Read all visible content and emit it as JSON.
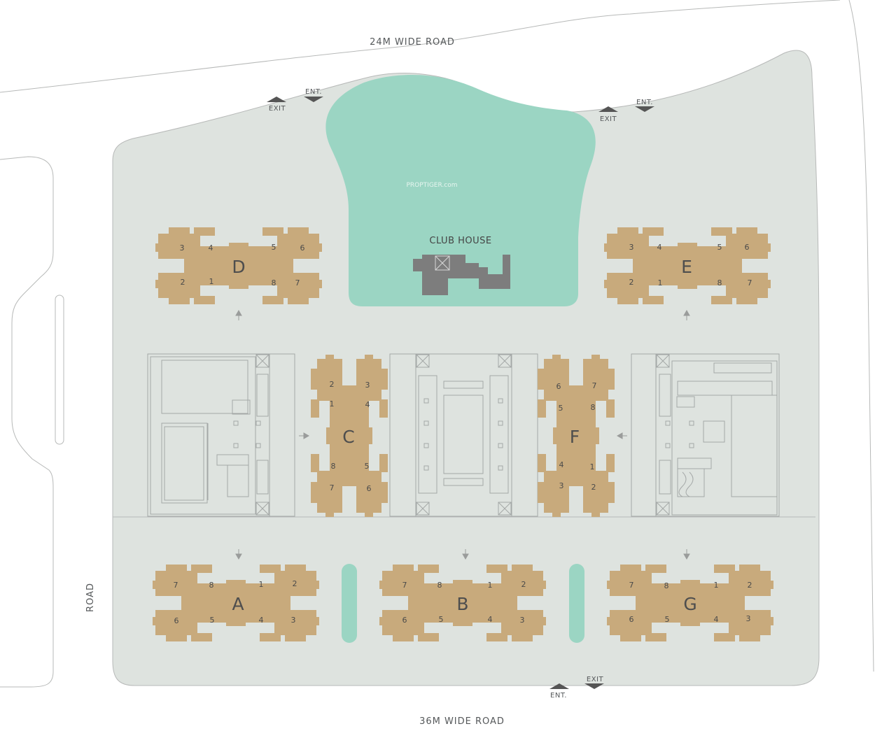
{
  "roads": {
    "north": "24M WIDE ROAD",
    "south": "36M WIDE ROAD",
    "west": "ROAD"
  },
  "gates": {
    "north_exit_1": "EXIT",
    "north_entry_1": "ENT.",
    "north_exit_2": "EXIT",
    "north_entry_2": "ENT.",
    "south_exit": "EXIT",
    "south_entry": "ENT."
  },
  "amenities": {
    "club_house": "CLUB HOUSE",
    "watermark": "PROPTIGER.com"
  },
  "colors": {
    "site": "#dee3df",
    "green": "#9bd5c3",
    "tower": "#c8aa7c",
    "club_house": "#7d7d7d"
  },
  "towers": {
    "D": {
      "name": "D",
      "units": [
        "1",
        "2",
        "3",
        "4",
        "5",
        "6",
        "7",
        "8"
      ]
    },
    "E": {
      "name": "E",
      "units": [
        "1",
        "2",
        "3",
        "4",
        "5",
        "6",
        "7",
        "8"
      ]
    },
    "C": {
      "name": "C",
      "units": [
        "1",
        "2",
        "3",
        "4",
        "5",
        "6",
        "7",
        "8"
      ]
    },
    "F": {
      "name": "F",
      "units": [
        "1",
        "2",
        "3",
        "4",
        "5",
        "6",
        "7",
        "8"
      ]
    },
    "A": {
      "name": "A",
      "units": [
        "1",
        "2",
        "3",
        "4",
        "5",
        "6",
        "7",
        "8"
      ]
    },
    "B": {
      "name": "B",
      "units": [
        "1",
        "2",
        "3",
        "4",
        "5",
        "6",
        "7",
        "8"
      ]
    },
    "G": {
      "name": "G",
      "units": [
        "1",
        "2",
        "3",
        "4",
        "5",
        "6",
        "7",
        "8"
      ]
    }
  }
}
